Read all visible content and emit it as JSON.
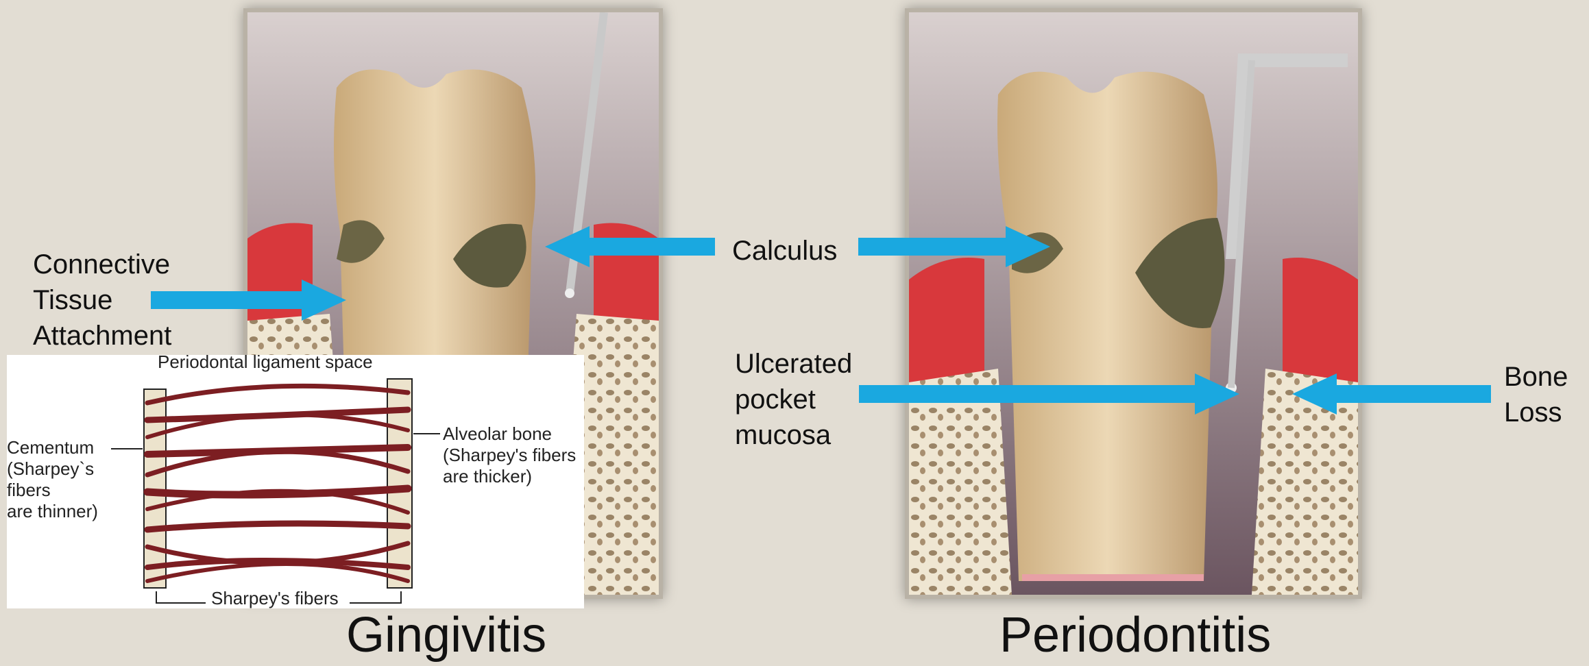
{
  "labels": {
    "connective_tissue": [
      "Connective",
      "Tissue",
      "Attachment"
    ],
    "calculus": "Calculus",
    "ulcerated": [
      "Ulcerated",
      "pocket",
      "mucosa"
    ],
    "bone_loss": [
      "Bone",
      "Loss"
    ]
  },
  "captions": {
    "left": "Gingivitis",
    "right": "Periodontitis"
  },
  "inset": {
    "title": "Periodontal ligament space",
    "cementum": [
      "Cementum",
      "(Sharpey`s",
      "fibers",
      "are thinner)"
    ],
    "alveolar": [
      "Alveolar bone",
      "(Sharpey's fibers",
      "are thicker)"
    ],
    "sharpeys": "Sharpey's fibers"
  },
  "colors": {
    "arrow": "#1aa8e0",
    "gum": "#d8383c",
    "tooth": "#dcc39c",
    "fiber": "#7c1e22"
  }
}
